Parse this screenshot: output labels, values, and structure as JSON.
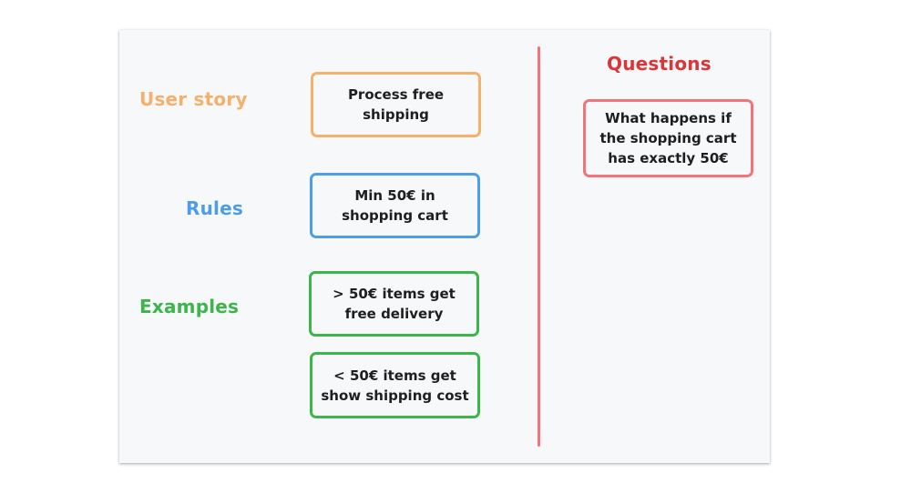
{
  "labels": {
    "user_story": "User story",
    "rules": "Rules",
    "examples": "Examples",
    "questions": "Questions"
  },
  "cards": {
    "user_story": "Process free\nshipping",
    "rule": "Min 50€ in\nshopping cart",
    "example_1": "> 50€ items get\nfree delivery",
    "example_2": "< 50€ items get\nshow shipping cost",
    "question_1": "What happens if\nthe shopping cart\nhas exactly 50€"
  },
  "colors": {
    "user_story": "#f5b06c",
    "rules": "#4d9de8",
    "examples": "#3cb54a",
    "questions_label": "#d9363a",
    "question_card": "#f07478",
    "divider": "#f07478"
  }
}
